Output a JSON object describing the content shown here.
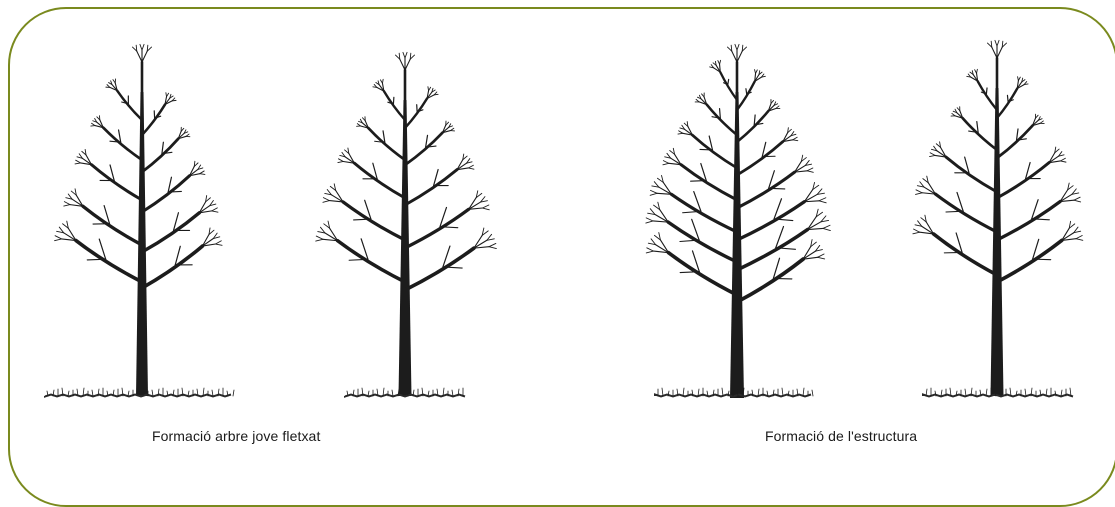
{
  "frame_color": "#7a8a1e",
  "ink_color": "#1c1c1c",
  "captions": {
    "left": "Formació arbre jove fletxat",
    "right": "Formació de l'estructura"
  },
  "trees": [
    {
      "name": "young-tree-1",
      "density": "sparse"
    },
    {
      "name": "young-tree-2",
      "density": "medium"
    },
    {
      "name": "structure-tree-1",
      "density": "dense"
    },
    {
      "name": "structure-tree-2",
      "density": "medium"
    }
  ]
}
